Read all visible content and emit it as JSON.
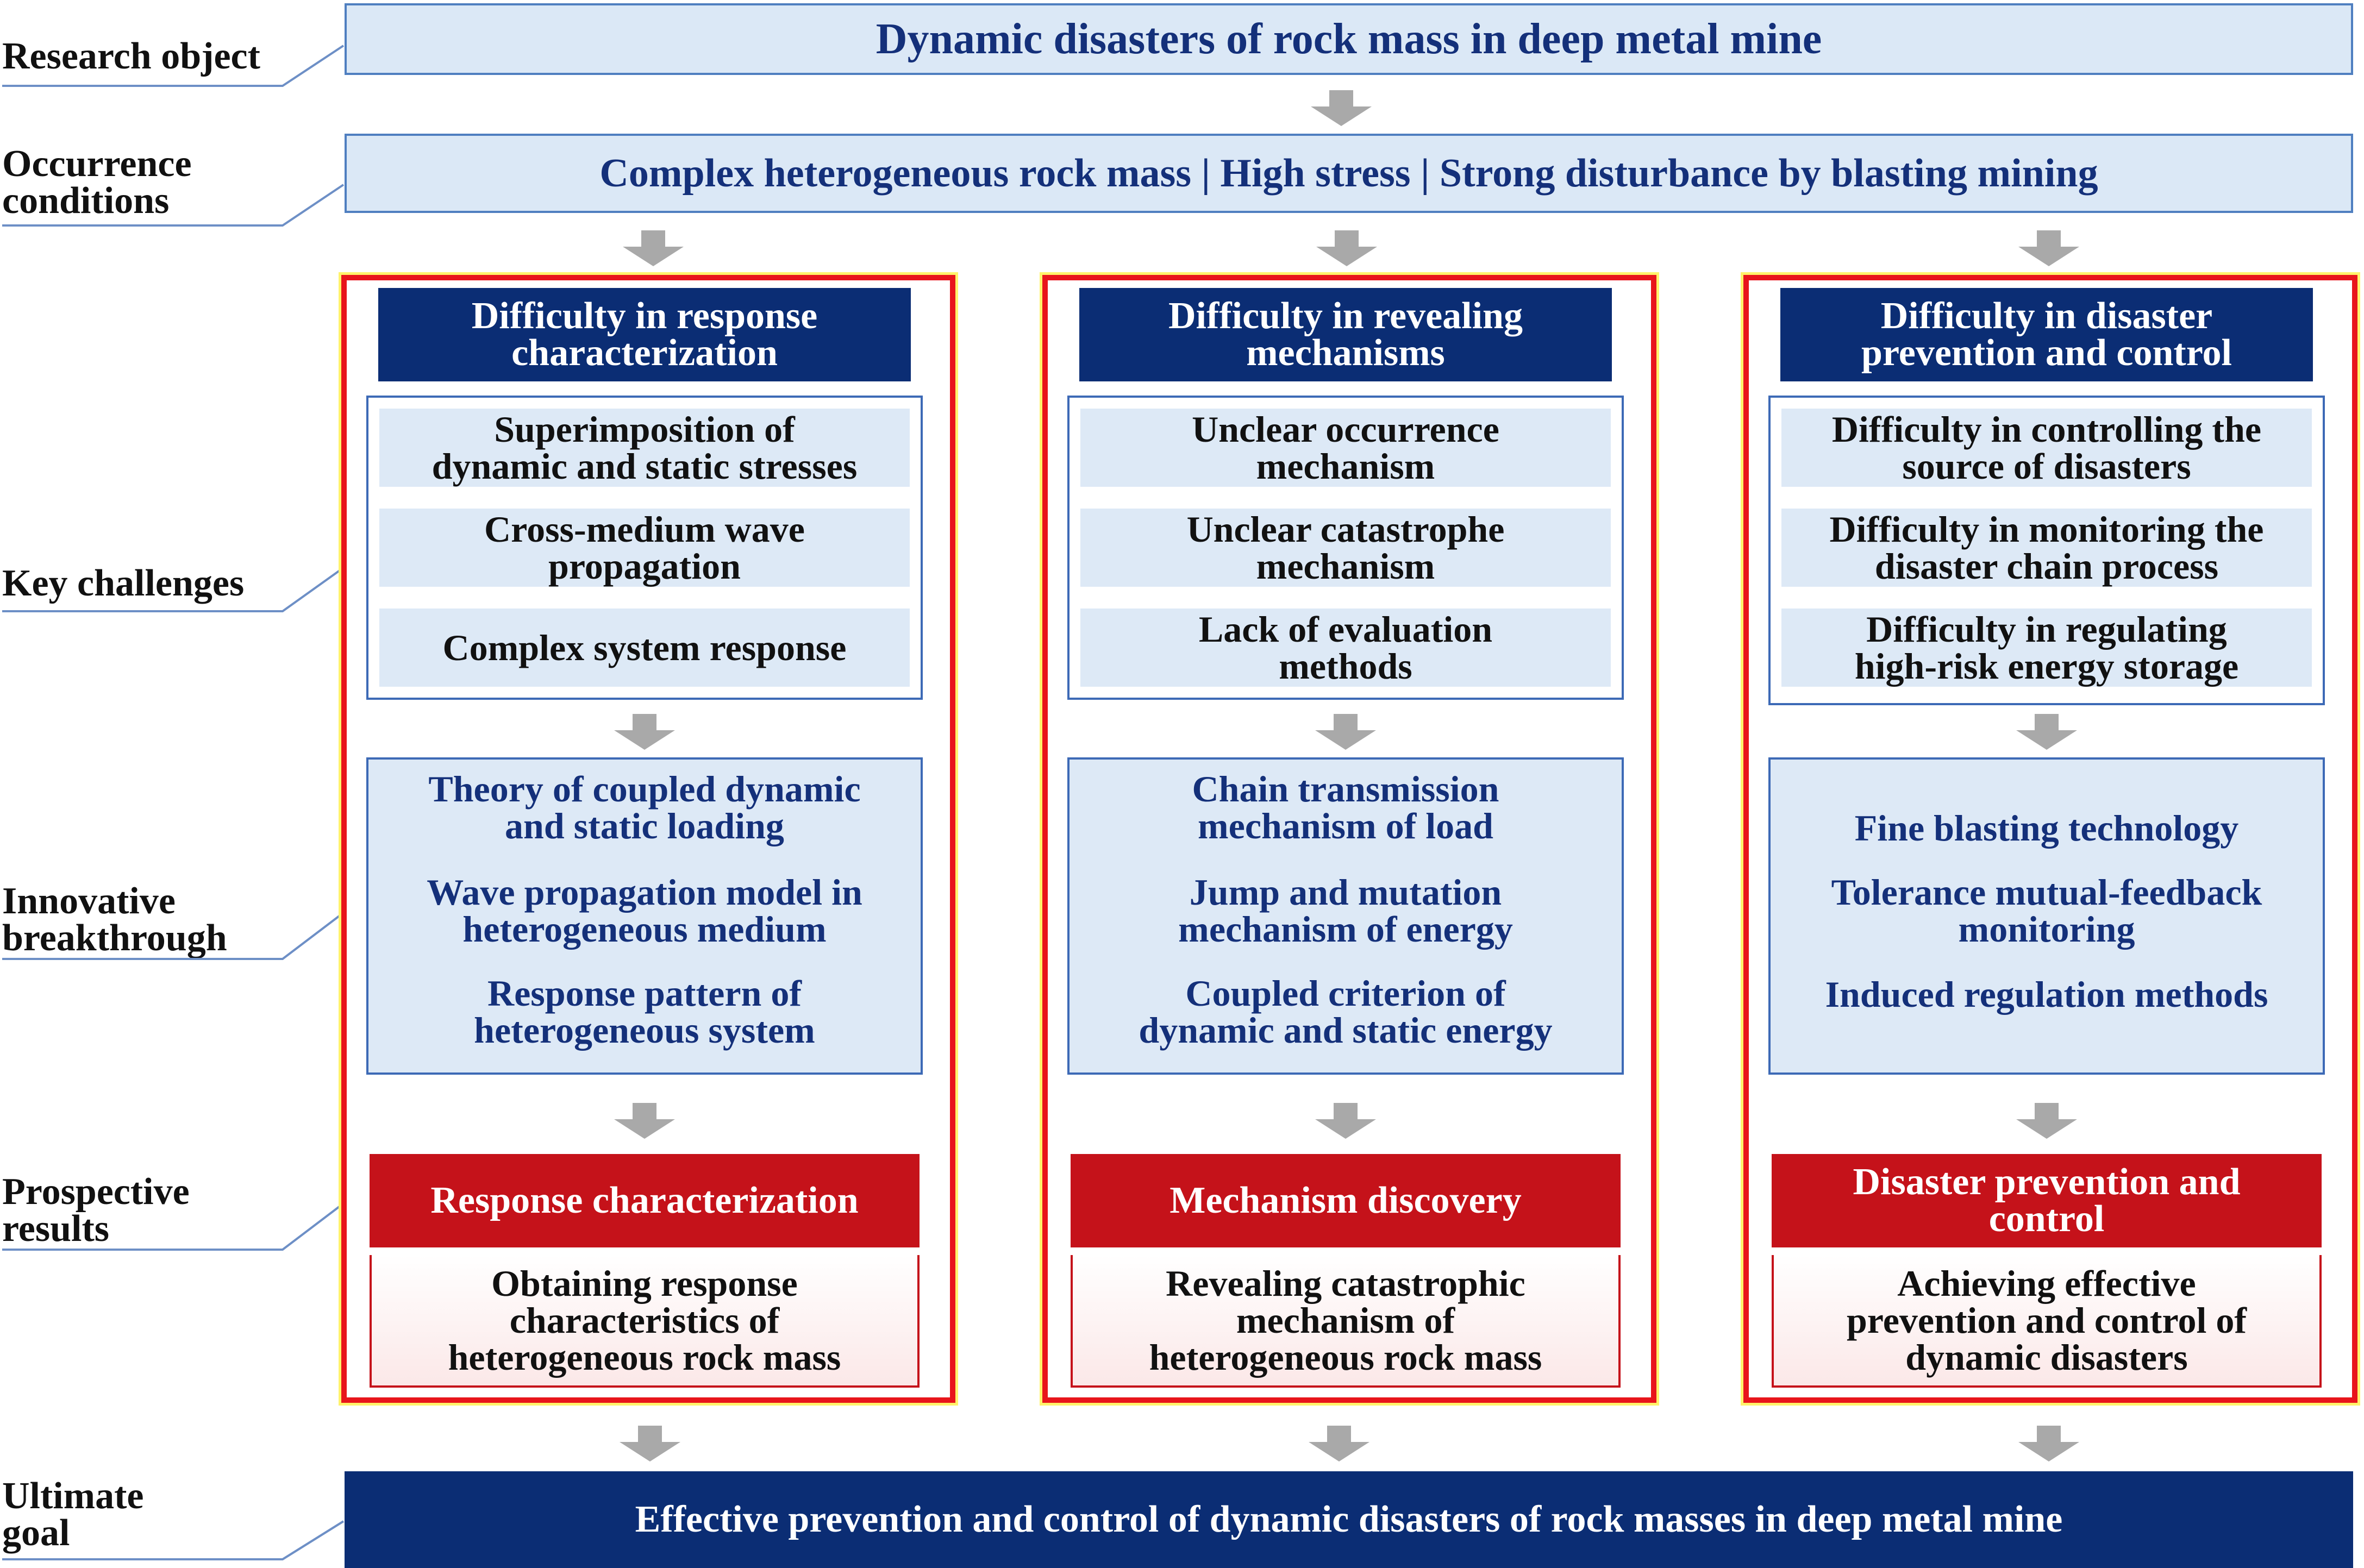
{
  "labels": {
    "research_object": "Research object",
    "occurrence_conditions": [
      "Occurrence",
      "conditions"
    ],
    "key_challenges": "Key challenges",
    "innovative_breakthrough": [
      "Innovative",
      "breakthrough"
    ],
    "prospective_results": [
      "Prospective",
      "results"
    ],
    "ultimate_goal": [
      "Ultimate",
      "goal"
    ]
  },
  "research_object": "Dynamic disasters of rock mass in deep metal mine",
  "occurrence_conditions": "Complex heterogeneous rock mass | High stress | Strong disturbance by blasting mining",
  "columns": [
    {
      "header": [
        "Difficulty in response",
        "characterization"
      ],
      "challenges": [
        [
          "Superimposition of",
          "dynamic and static stresses"
        ],
        [
          "Cross-medium wave",
          "propagation"
        ],
        [
          "Complex system response"
        ]
      ],
      "breakthroughs": [
        [
          "Theory of coupled dynamic",
          "and static loading"
        ],
        [
          "Wave propagation model in",
          "heterogeneous medium"
        ],
        [
          "Response pattern of",
          "heterogeneous system"
        ]
      ],
      "result": [
        "Response characterization"
      ],
      "outcome": [
        "Obtaining response",
        "characteristics of",
        "heterogeneous rock mass"
      ]
    },
    {
      "header": [
        "Difficulty in revealing",
        "mechanisms"
      ],
      "challenges": [
        [
          "Unclear occurrence",
          "mechanism"
        ],
        [
          "Unclear catastrophe",
          "mechanism"
        ],
        [
          "Lack of evaluation",
          "methods"
        ]
      ],
      "breakthroughs": [
        [
          "Chain transmission",
          "mechanism of load"
        ],
        [
          "Jump and mutation",
          "mechanism of energy"
        ],
        [
          "Coupled criterion of",
          "dynamic and static energy"
        ]
      ],
      "result": [
        "Mechanism discovery"
      ],
      "outcome": [
        "Revealing catastrophic",
        "mechanism of",
        "heterogeneous rock mass"
      ]
    },
    {
      "header": [
        "Difficulty in disaster",
        "prevention and control"
      ],
      "challenges": [
        [
          "Difficulty in controlling the",
          "source of disasters"
        ],
        [
          "Difficulty in monitoring the",
          "disaster chain process"
        ],
        [
          "Difficulty in regulating",
          "high-risk energy storage"
        ]
      ],
      "breakthroughs": [
        [
          "Fine blasting technology"
        ],
        [
          "Tolerance mutual-feedback",
          "monitoring"
        ],
        [
          "Induced regulation methods"
        ]
      ],
      "result": [
        "Disaster prevention and",
        "control"
      ],
      "outcome": [
        "Achieving effective",
        "prevention and control of",
        "dynamic disasters"
      ]
    }
  ],
  "ultimate_goal": "Effective prevention and control of dynamic disasters of rock masses in deep metal mine",
  "colors": {
    "navy": "#0b2d74",
    "light_blue": "#dbe8f6",
    "red": "#c5121a",
    "panel_border": "#e8151b",
    "arrow": "#a9a9a9"
  }
}
